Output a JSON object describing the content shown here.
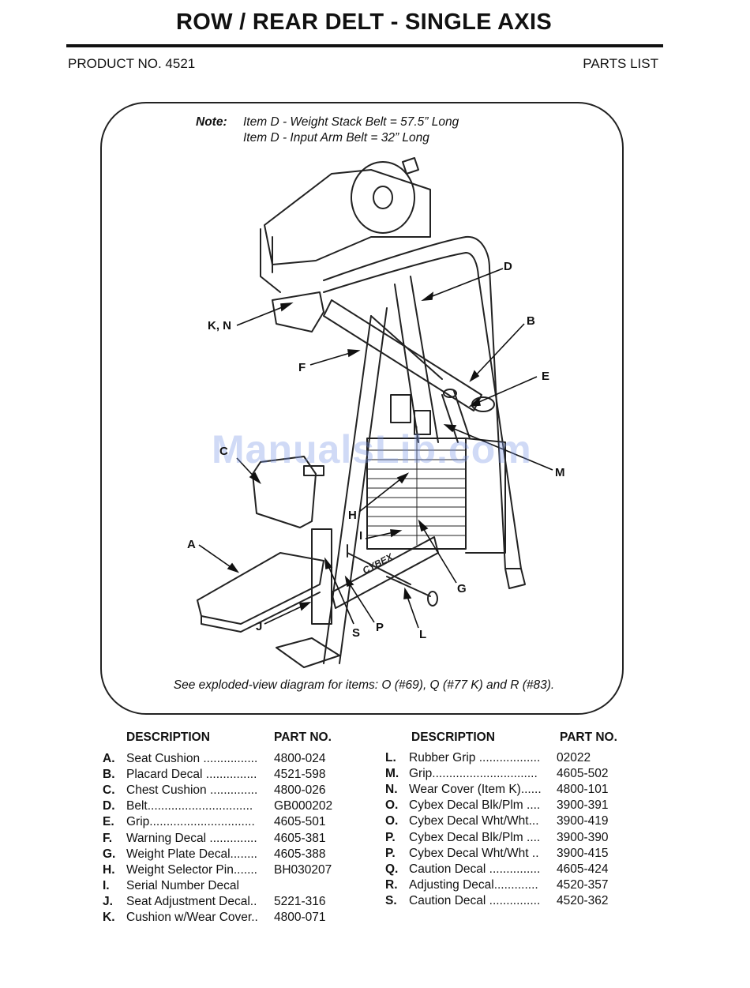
{
  "header": {
    "title": "ROW / REAR DELT - SINGLE AXIS",
    "product": "PRODUCT NO. 4521",
    "doc_type": "PARTS LIST"
  },
  "note": {
    "label": "Note:",
    "line1": "Item D - Weight Stack Belt = 57.5” Long",
    "line2": "Item D - Input Arm Belt = 32” Long"
  },
  "callouts": {
    "D": "D",
    "B": "B",
    "E": "E",
    "KN": "K, N",
    "F": "F",
    "C": "C",
    "M": "M",
    "H": "H",
    "I": "I",
    "A": "A",
    "G": "G",
    "J": "J",
    "S": "S",
    "P": "P",
    "L": "L"
  },
  "brand_on_frame": "CYBEX",
  "watermark": "ManualsLib.com",
  "footnote": "See exploded-view diagram for items: O (#69), Q (#77 K) and R (#83).",
  "table": {
    "col_desc": "DESCRIPTION",
    "col_part": "PART NO.",
    "left": [
      {
        "letter": "A.",
        "desc": "Seat Cushion ................",
        "part": "4800-024"
      },
      {
        "letter": "B.",
        "desc": "Placard Decal ...............",
        "part": "4521-598"
      },
      {
        "letter": "C.",
        "desc": "Chest Cushion ..............",
        "part": "4800-026"
      },
      {
        "letter": "D.",
        "desc": "Belt...............................",
        "part": "GB000202"
      },
      {
        "letter": "E.",
        "desc": "Grip...............................",
        "part": "4605-501"
      },
      {
        "letter": "F.",
        "desc": "Warning Decal ..............",
        "part": "4605-381"
      },
      {
        "letter": "G.",
        "desc": "Weight Plate Decal........",
        "part": "4605-388"
      },
      {
        "letter": "H.",
        "desc": "Weight Selector Pin.......",
        "part": "BH030207"
      },
      {
        "letter": "I.",
        "desc": "Serial Number Decal",
        "part": ""
      },
      {
        "letter": "J.",
        "desc": "Seat Adjustment Decal..",
        "part": "5221-316"
      },
      {
        "letter": "K.",
        "desc": "Cushion w/Wear Cover..",
        "part": "4800-071"
      }
    ],
    "right": [
      {
        "letter": "L.",
        "desc": "Rubber Grip ..................",
        "part": "02022"
      },
      {
        "letter": "M.",
        "desc": "Grip...............................",
        "part": "4605-502"
      },
      {
        "letter": "N.",
        "desc": "Wear Cover (Item K)......",
        "part": "4800-101"
      },
      {
        "letter": "O.",
        "desc": "Cybex Decal Blk/Plm ....",
        "part": "3900-391"
      },
      {
        "letter": "O.",
        "desc": "Cybex Decal Wht/Wht...",
        "part": "3900-419"
      },
      {
        "letter": "P.",
        "desc": "Cybex Decal Blk/Plm ....",
        "part": "3900-390"
      },
      {
        "letter": "P.",
        "desc": "Cybex Decal Wht/Wht ..",
        "part": "3900-415"
      },
      {
        "letter": "Q.",
        "desc": "Caution Decal ...............",
        "part": "4605-424"
      },
      {
        "letter": "R.",
        "desc": "Adjusting Decal.............",
        "part": "4520-357"
      },
      {
        "letter": "S.",
        "desc": "Caution Decal ...............",
        "part": "4520-362"
      }
    ]
  }
}
